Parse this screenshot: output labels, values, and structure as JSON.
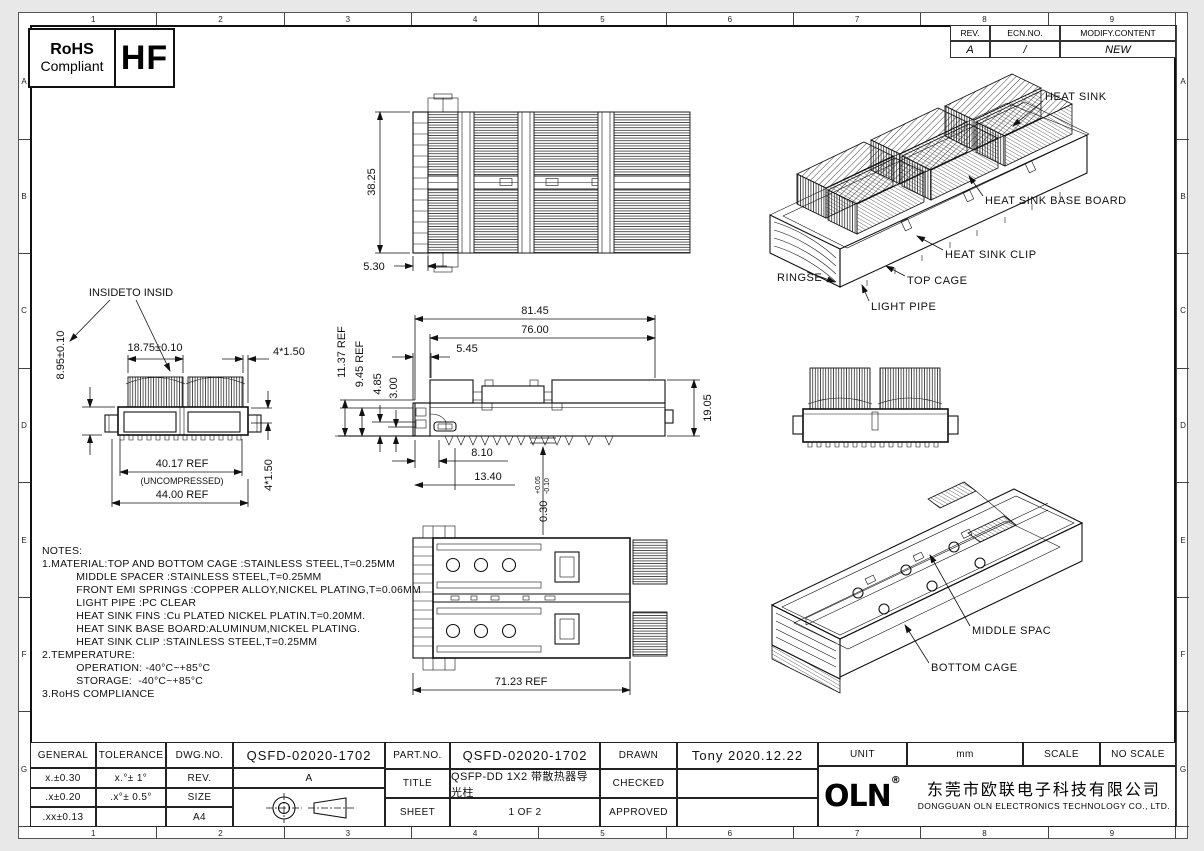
{
  "frame": {
    "cols": [
      "1",
      "2",
      "3",
      "4",
      "5",
      "6",
      "7",
      "8",
      "9"
    ],
    "rows": [
      "A",
      "B",
      "C",
      "D",
      "E",
      "F",
      "G"
    ]
  },
  "rohs": {
    "line1": "RoHS",
    "line2": "Compliant",
    "code": "HF"
  },
  "rev_table": {
    "h_rev": "REV.",
    "h_ecn": "ECN.NO.",
    "h_mod": "MODIFY.CONTENT",
    "v_rev": "A",
    "v_ecn": "/",
    "v_mod": "NEW"
  },
  "iso_top": {
    "heat_sink": "HEAT SINK",
    "base_board": "HEAT SINK BASE BOARD",
    "clip": "HEAT SINK CLIP",
    "top_cage": "TOP CAGE",
    "light_pipe": "LIGHT PIPE",
    "ringse": "RINGSE"
  },
  "iso_bottom": {
    "middle_spacer": "MIDDLE SPAC",
    "bottom_cage": "BOTTOM CAGE"
  },
  "top_view": {
    "height": "38.25",
    "depth": "5.30"
  },
  "front_view": {
    "callout": "INSIDETO INSID",
    "fin_width": "18.75±0.10",
    "height": "8.95±0.10",
    "pitch_top": "4*1.50",
    "pitch_right": "4*1.50",
    "width_ref": "40.17 REF",
    "width_note": "(UNCOMPRESSED)",
    "overall": "44.00 REF"
  },
  "side_view": {
    "len_overall": "81.45",
    "len_hs": "76.00",
    "front_offset": "5.45",
    "h1": "11.37 REF",
    "h2": "9.45 REF",
    "h3": "4.85",
    "h4": "3.00",
    "height_right": "19.05",
    "d1": "8.10",
    "d2": "13.40",
    "standoff": "0.30",
    "standoff_sup": "+0.05",
    "standoff_sub": "-0.10"
  },
  "bottom_view": {
    "length": "71.23 REF"
  },
  "notes": {
    "lines": [
      "NOTES:",
      "1.MATERIAL:TOP AND BOTTOM CAGE :STAINLESS STEEL,T=0.25MM",
      "           MIDDLE SPACER :STAINLESS STEEL,T=0.25MM",
      "           FRONT EMI SPRINGS :COPPER ALLOY,NICKEL PLATING,T=0.06MM",
      "           LIGHT PIPE :PC CLEAR",
      "           HEAT SINK FINS :Cu PLATED NICKEL PLATIN.T=0.20MM.",
      "           HEAT SINK BASE BOARD:ALUMINUM,NICKEL PLATING.",
      "           HEAT SINK CLIP :STAINLESS STEEL,T=0.25MM",
      "2.TEMPERATURE:",
      "           OPERATION: -40°C~+85°C",
      "           STORAGE:  -40°C~+85°C",
      "3.RoHS COMPLIANCE"
    ]
  },
  "title_block": {
    "general": "GENERAL",
    "tolerance": "TOLERANCE",
    "tol": [
      [
        "x.±0.30",
        "x.°± 1°"
      ],
      [
        ".x±0.20",
        ".x°± 0.5°"
      ],
      [
        ".xx±0.13",
        ""
      ]
    ],
    "dwg_label": "DWG.NO.",
    "dwg_value": "QSFD-02020-1702",
    "rev_label": "REV.",
    "rev_value": "A",
    "size_label": "SIZE",
    "size_value": "A4",
    "part_label": "PART.NO.",
    "part_value": "QSFD-02020-1702",
    "title_label": "TITLE",
    "title_value": "QSFP-DD 1X2 带散热器导光柱",
    "sheet_label": "SHEET",
    "sheet_value": "1 OF 2",
    "drawn_label": "DRAWN",
    "drawn_value": "Tony 2020.12.22",
    "checked_label": "CHECKED",
    "checked_value": "",
    "approved_label": "APPROVED",
    "approved_value": "",
    "unit_label": "UNIT",
    "unit_value": "mm",
    "scale_label": "SCALE",
    "scale_value": "NO SCALE",
    "logo": "OLN",
    "reg": "®",
    "company_cn": "东莞市欧联电子科技有限公司",
    "company_en": "DONGGUAN OLN ELECTRONICS TECHNOLOGY CO., LTD."
  }
}
